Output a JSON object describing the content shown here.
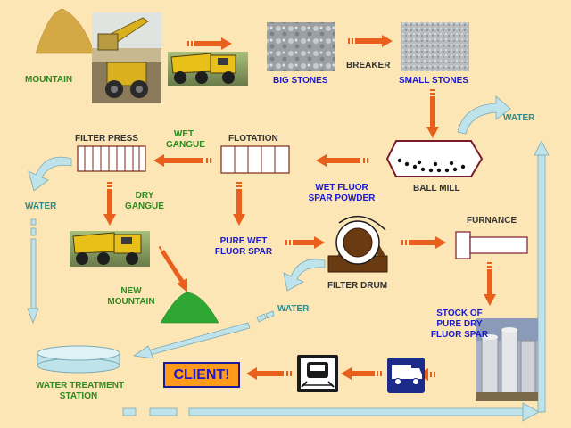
{
  "labels": {
    "mountain": "MOUNTAIN",
    "big_stones": "BIG STONES",
    "breaker": "BREAKER",
    "small_stones": "SMALL STONES",
    "water_top": "WATER",
    "filter_press": "FILTER PRESS",
    "wet_gangue_line1": "WET",
    "wet_gangue_line2": "GANGUE",
    "flotation": "FLOTATION",
    "ball_mill": "BALL MILL",
    "wet_fluor_line1": "WET FLUOR",
    "wet_fluor_line2": "SPAR POWDER",
    "water_left": "WATER",
    "dry_gangue_line1": "DRY",
    "dry_gangue_line2": "GANGUE",
    "furnance": "FURNANCE",
    "pure_wet_line1": "PURE WET",
    "pure_wet_line2": "FLUOR SPAR",
    "filter_drum": "FILTER DRUM",
    "new_mountain_line1": "NEW",
    "new_mountain_line2": "MOUNTAIN",
    "water_mid": "WATER",
    "stock_line1": "STOCK OF",
    "stock_line2": "PURE DRY",
    "stock_line3": "FLUOR SPAR",
    "water_treatment_line1": "WATER TREATMENT",
    "water_treatment_line2": "STATION",
    "client": "CLIENT!"
  },
  "icons": [
    "excavator-photo",
    "dump-truck-photo",
    "big-stones-photo",
    "small-stones-photo",
    "silos-photo",
    "delivery-truck-icon",
    "train-icon",
    "ball-mill-icon",
    "filter-drum-icon",
    "furnace-icon",
    "filter-press-icon",
    "flotation-icon",
    "water-tank-icon"
  ],
  "colors": {
    "background": "#fde6b6",
    "arrow": "#e8601c",
    "pipe": "#bfe3ea",
    "mountain": "#d4a845",
    "new_mountain": "#2ea832",
    "label_blue": "#1a1acc",
    "label_green": "#2d8a1e"
  }
}
